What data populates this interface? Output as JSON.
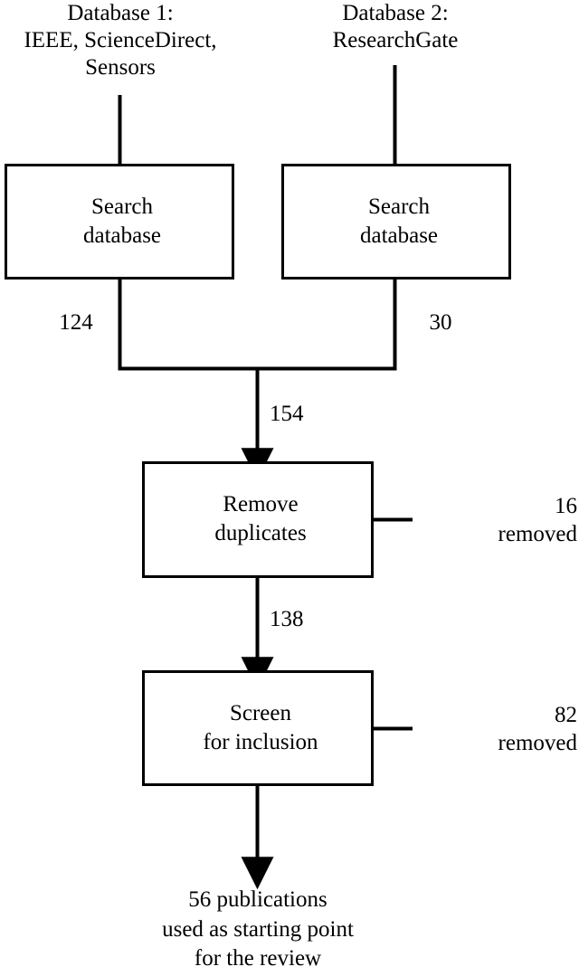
{
  "diagram": {
    "title": "PRISMA-style literature selection flowchart",
    "stroke_color": "#000000",
    "background_color": "#ffffff",
    "sources": [
      {
        "id": "database-1",
        "label": "Database 1:\nIEEE, ScienceDirect,\nSensors",
        "box_label": "Search\ndatabase",
        "output_count": "124"
      },
      {
        "id": "database-2",
        "label": "Database 2:\nResearchGate",
        "box_label": "Search\ndatabase",
        "output_count": "30"
      }
    ],
    "merged_count": "154",
    "steps": [
      {
        "id": "remove-duplicates",
        "box_label": "Remove\nduplicates",
        "removed_label": "16\nremoved",
        "output_count": "138"
      },
      {
        "id": "screen-for-inclusion",
        "box_label": "Screen\nfor inclusion",
        "removed_label": "82\nremoved",
        "output_count": ""
      }
    ],
    "result": "56 publications\nused as starting point\nfor the review"
  },
  "chart_data": {
    "type": "diagram",
    "flow_type": "prisma-flow",
    "nodes": [
      {
        "id": "database-1-label",
        "text": "Database 1: IEEE, ScienceDirect, Sensors",
        "kind": "text"
      },
      {
        "id": "database-2-label",
        "text": "Database 2: ResearchGate",
        "kind": "text"
      },
      {
        "id": "search-db-1",
        "text": "Search database",
        "kind": "box"
      },
      {
        "id": "search-db-2",
        "text": "Search database",
        "kind": "box"
      },
      {
        "id": "remove-duplicates",
        "text": "Remove duplicates",
        "kind": "box"
      },
      {
        "id": "screen-for-inclusion",
        "text": "Screen for inclusion",
        "kind": "box"
      },
      {
        "id": "result",
        "text": "56 publications used as starting point for the review",
        "kind": "text"
      }
    ],
    "edges": [
      {
        "from": "search-db-1",
        "to": "merge",
        "label": "124"
      },
      {
        "from": "search-db-2",
        "to": "merge",
        "label": "30"
      },
      {
        "from": "merge",
        "to": "remove-duplicates",
        "label": "154"
      },
      {
        "from": "remove-duplicates",
        "to": "removed-16",
        "label": "16 removed"
      },
      {
        "from": "remove-duplicates",
        "to": "screen-for-inclusion",
        "label": "138"
      },
      {
        "from": "screen-for-inclusion",
        "to": "removed-82",
        "label": "82 removed"
      },
      {
        "from": "screen-for-inclusion",
        "to": "result",
        "label": ""
      }
    ],
    "counts": {
      "database_1": 124,
      "database_2": 30,
      "merged": 154,
      "duplicates_removed": 16,
      "after_dedup": 138,
      "screened_out": 82,
      "final": 56
    }
  }
}
